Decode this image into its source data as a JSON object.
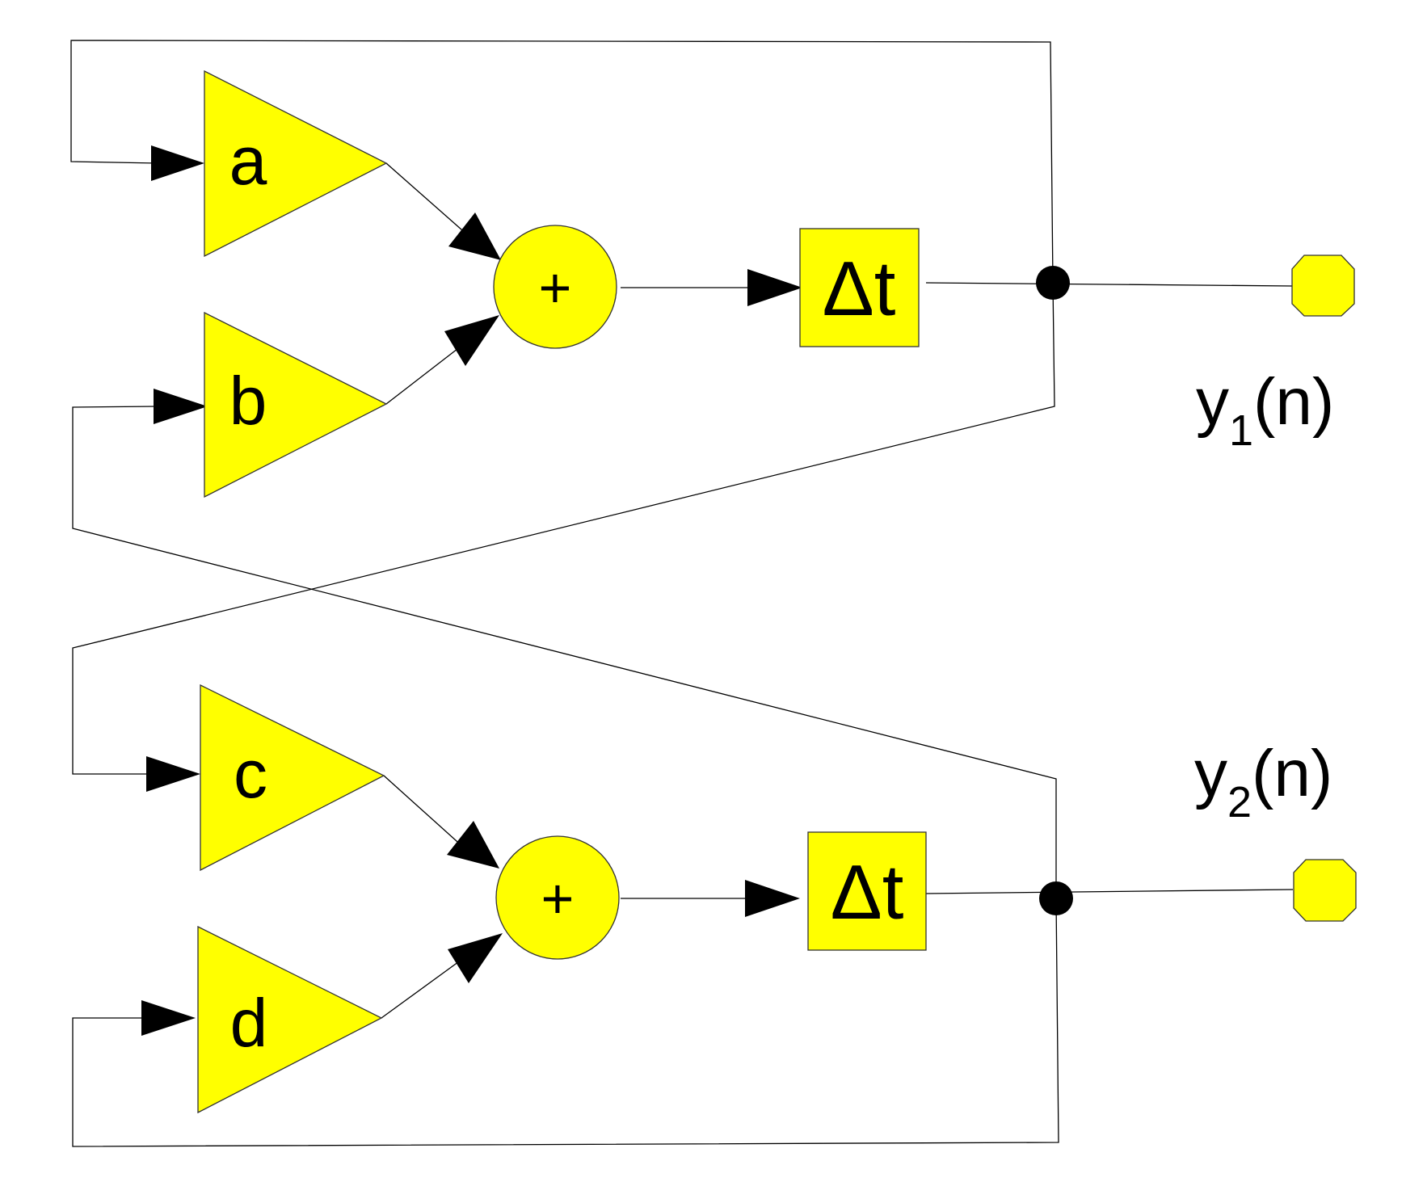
{
  "gains": {
    "a": "a",
    "b": "b",
    "c": "c",
    "d": "d"
  },
  "adders": {
    "top": "+",
    "bottom": "+"
  },
  "delays": {
    "top": "Δt",
    "bottom": "Δt"
  },
  "outputs": {
    "y1": {
      "base": "y",
      "sub": "1",
      "arg": "(n)"
    },
    "y2": {
      "base": "y",
      "sub": "2",
      "arg": "(n)"
    }
  },
  "colors": {
    "block_fill": "#ffff00",
    "wire": "#000000",
    "background": "#ffffff"
  }
}
